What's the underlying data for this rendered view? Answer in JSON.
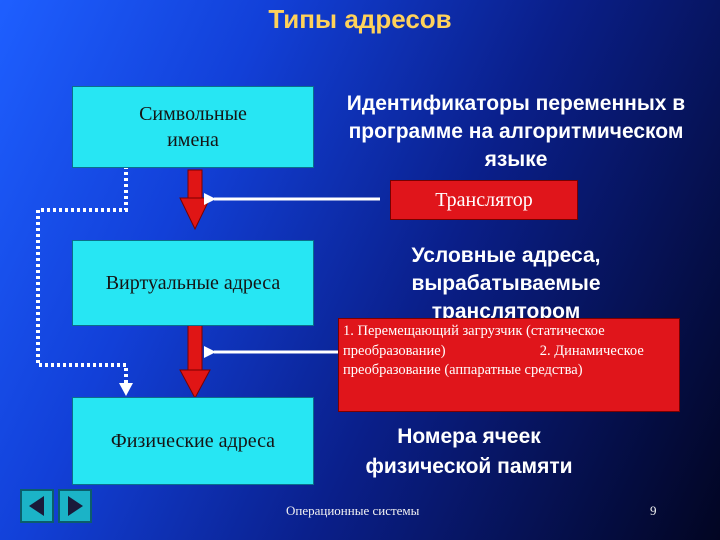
{
  "title": "Типы адресов",
  "boxes": {
    "symbolic": "Символьные имена",
    "virtual": "Виртуальные адреса",
    "physical": "Физические адреса",
    "translator": "Транслятор",
    "loader": "1. Перемещающий загрузчик (статическое преобразование)                          2. Динамическое преобразование (аппаратные средства)"
  },
  "labels": {
    "identifiers": "Идентификаторы переменных в программе на алгоритмическом языке",
    "conditional": "Условные адреса, вырабатываемые транслятором",
    "cells": "Номера ячеек физической памяти"
  },
  "footer": {
    "course": "Операционные системы",
    "page": "9"
  },
  "colors": {
    "title": "#ffd25a",
    "box_cyan": "#27e6f3",
    "box_red": "#e0151b",
    "arrow_red": "#e01515"
  },
  "icons": [
    "prev-icon",
    "next-icon"
  ]
}
